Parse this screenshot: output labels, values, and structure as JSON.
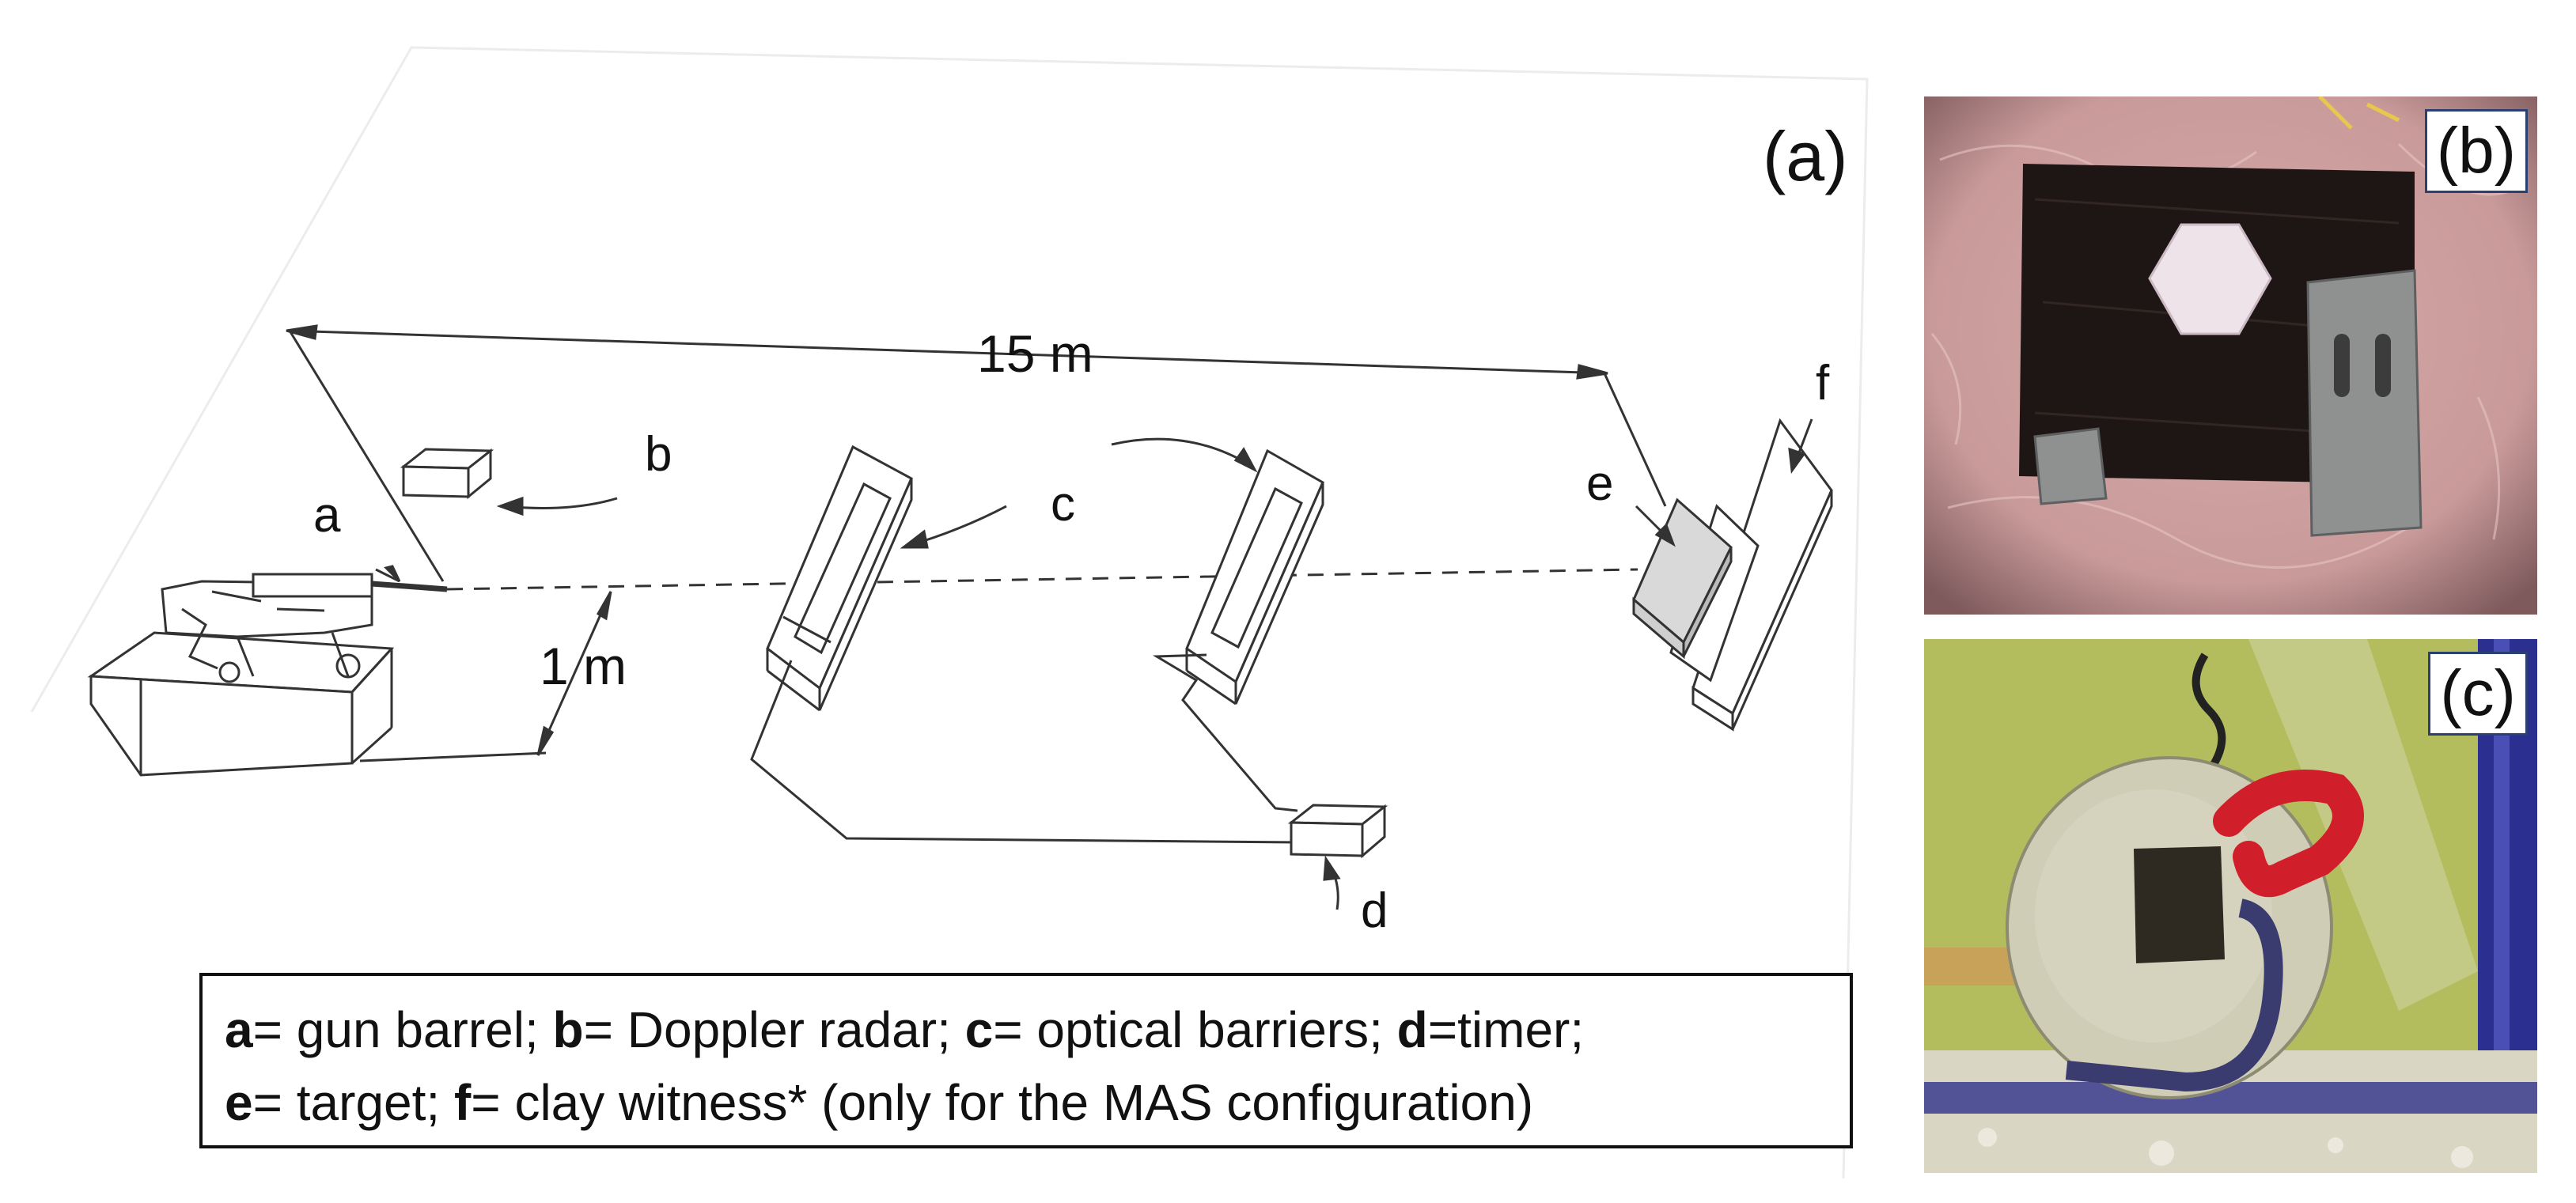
{
  "diagram": {
    "panel_label": "(a)",
    "distance_long": "15 m",
    "distance_short": "1 m",
    "labels": {
      "a": "a",
      "b": "b",
      "c": "c",
      "d": "d",
      "e": "e",
      "f": "f"
    }
  },
  "legend": {
    "line1": [
      {
        "key": "a",
        "text": "= gun barrel; "
      },
      {
        "key": "b",
        "text": "= Doppler radar; "
      },
      {
        "key": "c",
        "text": "= optical barriers; "
      },
      {
        "key": "d",
        "text": "=timer;"
      }
    ],
    "line2": [
      {
        "key": "e",
        "text": "= target; "
      },
      {
        "key": "f",
        "text": "= clay witness* (only for the MAS configuration)"
      }
    ]
  },
  "photos": {
    "b": {
      "label": "(b)"
    },
    "c": {
      "label": "(c)"
    }
  },
  "colors": {
    "clay_background": "#c99a9a",
    "dark_panel": "#1e1614",
    "hexagon": "#efe3ea",
    "metal": "#8f9090",
    "wall": "#b3bd5e",
    "ring": "#cfcdb6",
    "hook": "#d01f2a",
    "frame_blue": "#2b2f8f"
  }
}
